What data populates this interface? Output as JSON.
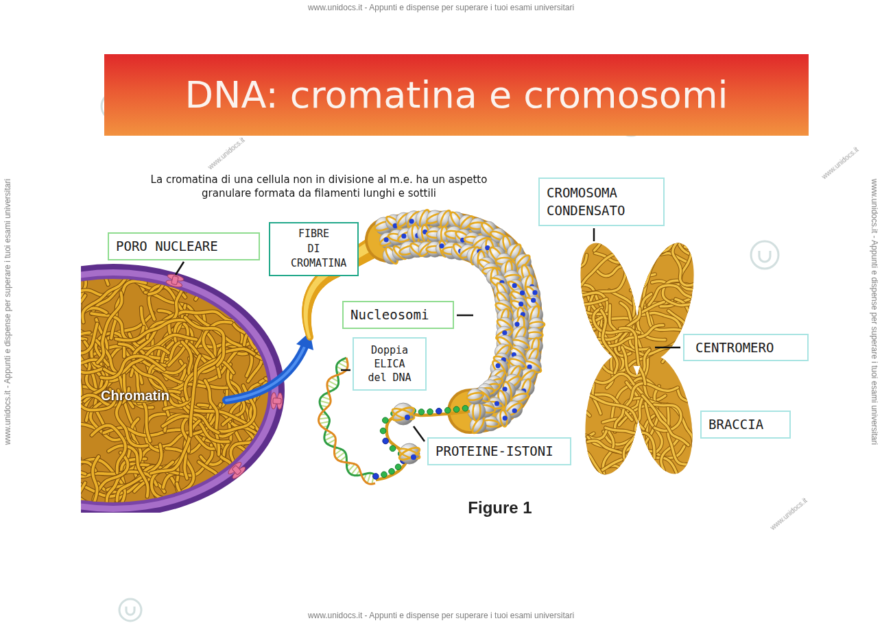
{
  "diagram": {
    "title": "DNA: cromatina e cromosomi",
    "nodes": [
      {
        "text": [
          "CROMOSOMA CONDENSATO"
        ]
      },
      {
        "text": [
          "FIBRE DI CROMATINA"
        ]
      },
      {
        "text": [
          "PORO NUCLEARE"
        ]
      },
      {
        "text": [
          "Nucleosomi"
        ]
      },
      {
        "text": [
          "CENTROMERO"
        ]
      },
      {
        "text": [
          "Doppia ELICA del DNA"
        ]
      },
      {
        "text": [
          "BRACCIA"
        ]
      },
      {
        "text": [
          "PROTEINE-ISTONI"
        ]
      }
    ],
    "labels": [
      "www.unidocs.it - Appunti e dispense per superare i tuoi esami universitari",
      "La cromatina di una cellula non in divisione al m.e. ha un aspetto granulare formata da filamenti lunghi e sottili",
      "Chromatin",
      "Figure 1",
      "www.unidocs.it - Appunti e dispense per superare i tuoi esami universitari",
      "www.unidocs.it - Appunti e dispense per superare i tuoi esami universitari",
      "www.unidocs.it - Appunti e dispense per superare i tuoi esami universitari",
      "www.unidocs.it",
      "www.unidocs.it",
      "www.unidocs.it"
    ]
  }
}
